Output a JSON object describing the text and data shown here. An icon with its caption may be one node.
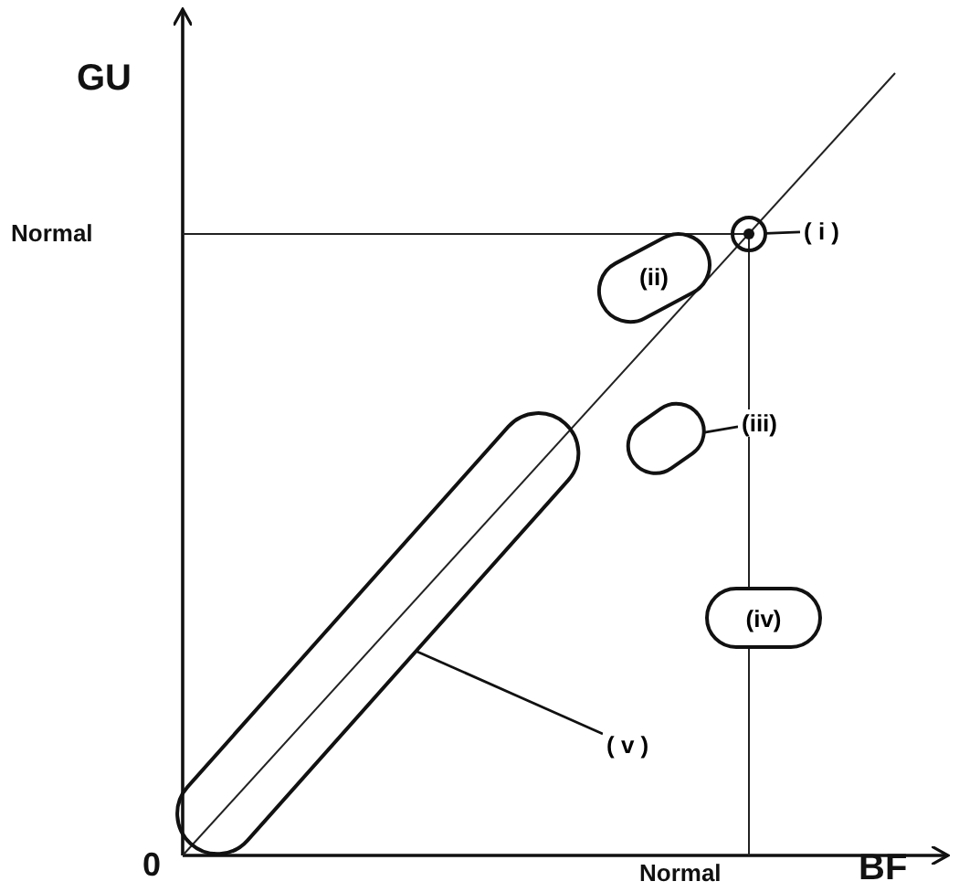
{
  "diagram": {
    "nodes": [
      {
        "text": [
          "( i )"
        ]
      },
      {
        "text": [],
        "shape": "ellipse"
      },
      {
        "text": [
          "(ii)"
        ]
      },
      {
        "text": [
          "(iii)"
        ]
      },
      {
        "text": [],
        "shape": "ellipse"
      },
      {
        "text": [],
        "shape": "circle"
      },
      {
        "text": [
          "(iv)"
        ]
      },
      {
        "text": [
          "( v )"
        ]
      }
    ],
    "edges": [
      {
        "from": 0,
        "to": 5,
        "arrow": "none"
      },
      {
        "from": 3,
        "to": 4,
        "arrow": "none"
      },
      {
        "from": 7,
        "to": 1,
        "arrow": "none"
      }
    ],
    "labels": [
      "GU",
      "Normal",
      "0",
      "Normal",
      "BF"
    ]
  }
}
